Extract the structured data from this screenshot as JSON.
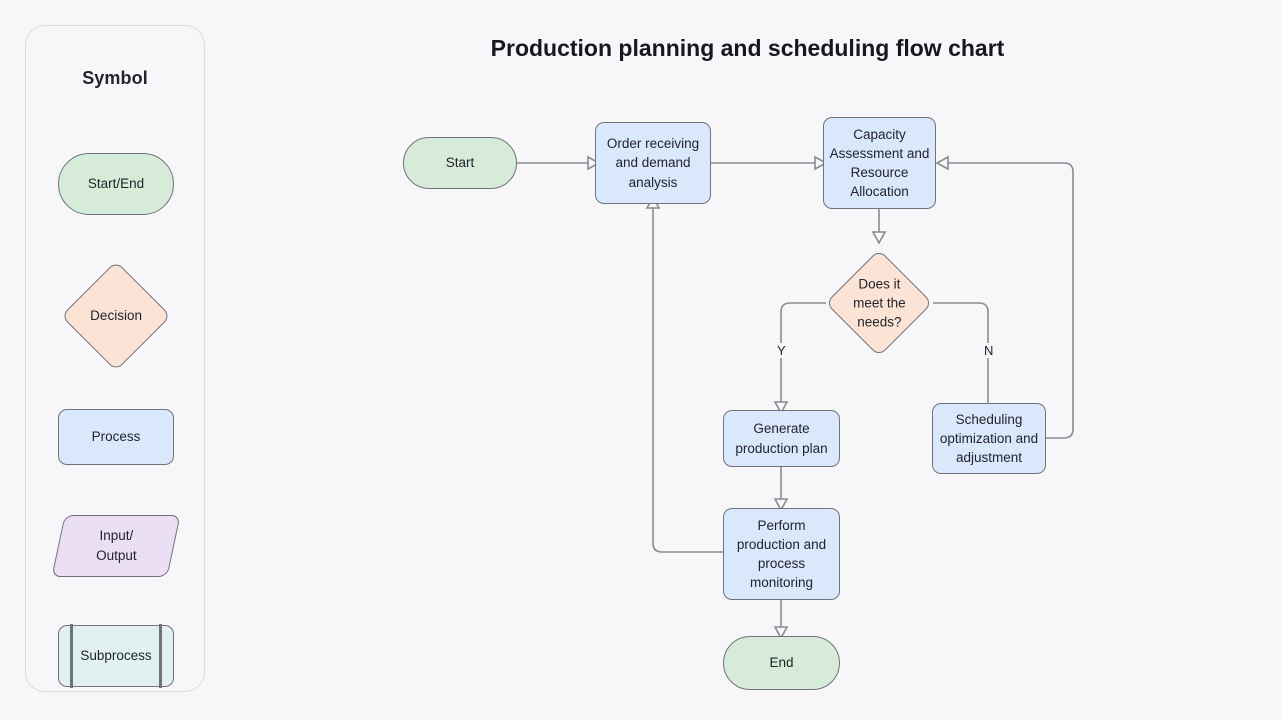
{
  "page": {
    "background_color": "#f7f7f9",
    "title": "Production planning and scheduling flow chart"
  },
  "legend": {
    "heading": "Symbol",
    "items": [
      {
        "label": "Start/End",
        "shape": "terminator",
        "fill": "#d7ecd8",
        "stroke": "#72727a"
      },
      {
        "label": "Decision",
        "shape": "diamond",
        "fill": "#fbe4d5",
        "stroke": "#72727a"
      },
      {
        "label": "Process",
        "shape": "rectangle",
        "fill": "#dae8fb",
        "stroke": "#72727a"
      },
      {
        "label": "Input/\nOutput",
        "label_line1": "Input/",
        "label_line2": "Output",
        "shape": "parallelogram",
        "fill": "#eadff5",
        "stroke": "#72727a"
      },
      {
        "label": "Subprocess",
        "shape": "subprocess",
        "fill": "#e1f0f0",
        "stroke": "#72727a"
      }
    ]
  },
  "chart_data": {
    "type": "diagram",
    "diagram_kind": "flowchart",
    "title": "Production planning and scheduling flow chart",
    "nodes": [
      {
        "id": "start",
        "label": "Start",
        "type": "terminator",
        "fill": "#d7ecd8"
      },
      {
        "id": "order",
        "label": "Order receiving and demand analysis",
        "type": "process",
        "fill": "#dae8fb"
      },
      {
        "id": "capacity",
        "label": "Capacity Assessment and Resource Allocation",
        "type": "process",
        "fill": "#dae8fb"
      },
      {
        "id": "decision",
        "label": "Does it meet the needs?",
        "type": "decision",
        "fill": "#fbe4d5"
      },
      {
        "id": "generate",
        "label": "Generate production plan",
        "type": "process",
        "fill": "#dae8fb"
      },
      {
        "id": "scheduling",
        "label": "Scheduling optimization and adjustment",
        "type": "process",
        "fill": "#dae8fb"
      },
      {
        "id": "perform",
        "label": "Perform production and process monitoring",
        "type": "process",
        "fill": "#dae8fb"
      },
      {
        "id": "end",
        "label": "End",
        "type": "terminator",
        "fill": "#d7ecd8"
      }
    ],
    "edges": [
      {
        "from": "start",
        "to": "order",
        "label": ""
      },
      {
        "from": "order",
        "to": "capacity",
        "label": ""
      },
      {
        "from": "capacity",
        "to": "decision",
        "label": ""
      },
      {
        "from": "decision",
        "to": "generate",
        "label": "Y"
      },
      {
        "from": "decision",
        "to": "scheduling",
        "label": "N"
      },
      {
        "from": "scheduling",
        "to": "capacity",
        "label": ""
      },
      {
        "from": "generate",
        "to": "perform",
        "label": ""
      },
      {
        "from": "perform",
        "to": "order",
        "label": ""
      },
      {
        "from": "perform",
        "to": "end",
        "label": ""
      }
    ],
    "edge_labels": [
      "Y",
      "N"
    ]
  },
  "nodes_text": {
    "start": "Start",
    "order_l1": "Order receiving",
    "order_l2": "and demand",
    "order_l3": "analysis",
    "capacity_l1": "Capacity",
    "capacity_l2": "Assessment and",
    "capacity_l3": "Resource",
    "capacity_l4": "Allocation",
    "decision_l1": "Does it",
    "decision_l2": "meet the",
    "decision_l3": "needs?",
    "generate_l1": "Generate",
    "generate_l2": "production plan",
    "scheduling_l1": "Scheduling",
    "scheduling_l2": "optimization and",
    "scheduling_l3": "adjustment",
    "perform_l1": "Perform",
    "perform_l2": "production and",
    "perform_l3": "process",
    "perform_l4": "monitoring",
    "end": "End",
    "label_yes": "Y",
    "label_no": "N"
  }
}
